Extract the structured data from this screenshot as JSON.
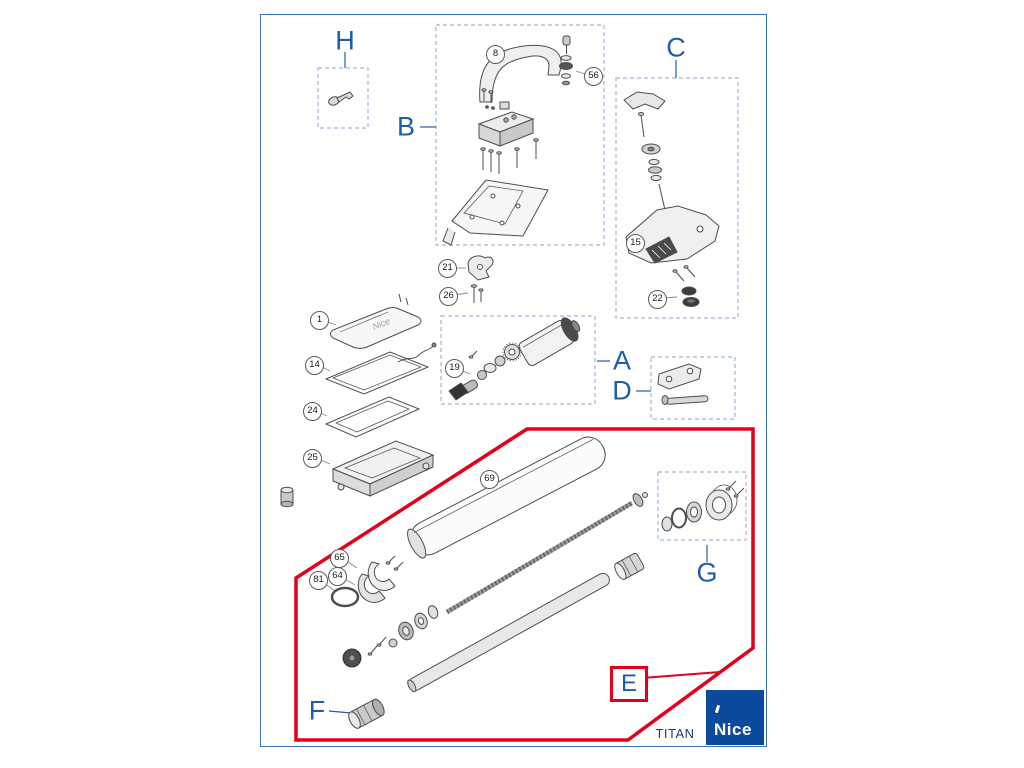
{
  "brand": {
    "logo_text": "Nice",
    "model": "TITAN",
    "accent_blue": "#1d5fa7",
    "outline_red": "#e2001a",
    "logo_bg": "#0b4a9d"
  },
  "labels": {
    "lid_text": "Nice"
  },
  "callouts": {
    "letters": {
      "A": "A",
      "B": "B",
      "C": "C",
      "D": "D",
      "E": "E",
      "F": "F",
      "G": "G",
      "H": "H"
    },
    "numbers": {
      "n1": "1",
      "n8": "8",
      "n14": "14",
      "n15": "15",
      "n19": "19",
      "n21": "21",
      "n22": "22",
      "n24": "24",
      "n25": "25",
      "n26": "26",
      "n56": "56",
      "n64": "64",
      "n65": "65",
      "n69": "69",
      "n81": "81"
    }
  }
}
